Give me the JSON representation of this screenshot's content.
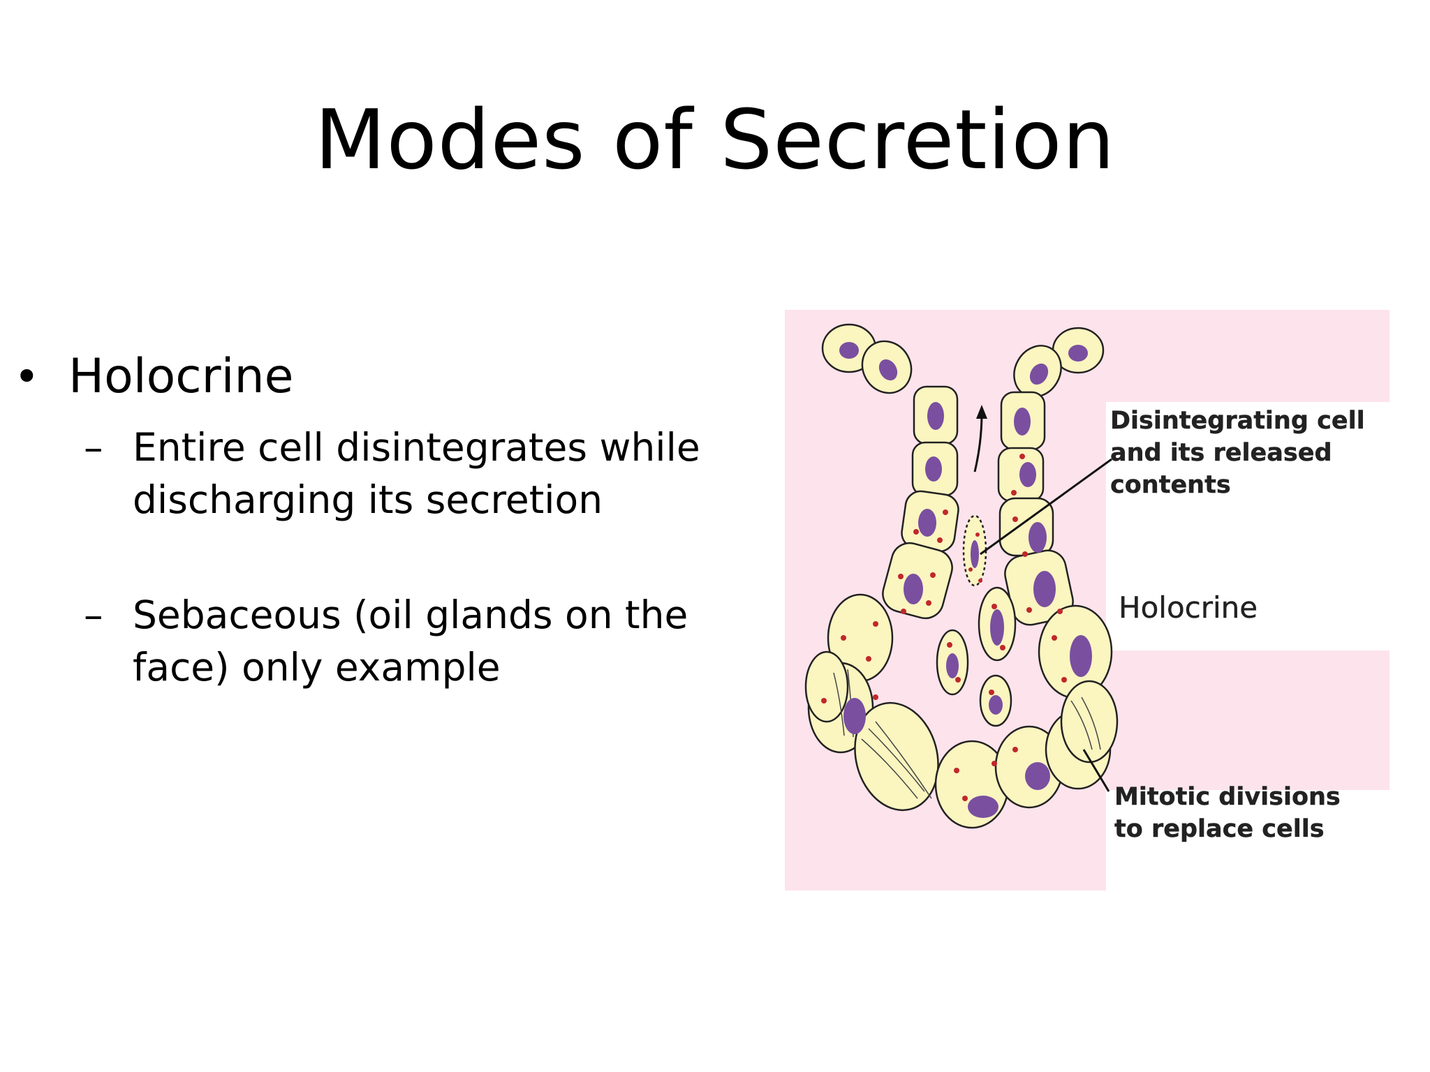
{
  "slide": {
    "title": "Modes of Secretion",
    "bullet": {
      "marker": "•",
      "label": "Holocrine",
      "subpoints": [
        {
          "marker": "–",
          "text": "Entire cell disintegrates while discharging its secretion"
        },
        {
          "marker": "–",
          "text": "Sebaceous (oil glands on the face) only example"
        }
      ]
    }
  },
  "figure": {
    "labels": {
      "disintegrating": "Disintegrating cell\nand its released\ncontents",
      "holocrine": "Holocrine",
      "mitotic": "Mitotic divisions\nto replace cells"
    },
    "colors": {
      "background": "#fde3ec",
      "cell_fill": "#fbf5c0",
      "cell_stroke": "#222222",
      "nucleus": "#7a4fa0",
      "granule": "#c0282a"
    }
  }
}
